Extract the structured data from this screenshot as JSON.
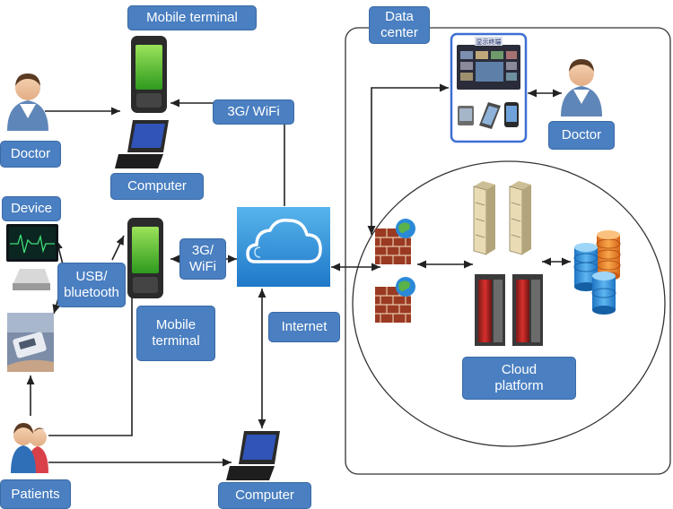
{
  "labels": {
    "mobile_terminal_top": "Mobile terminal",
    "data_center": "Data\ncenter",
    "doctor_left": "Doctor",
    "wifi_top": "3G/ WiFi",
    "computer_top": "Computer",
    "doctor_right": "Doctor",
    "device": "Device",
    "usb": "USB/\nbluetooth",
    "wifi_mid": "3G/\nWiFi",
    "mobile_terminal_mid": "Mobile\nterminal",
    "internet": "Internet",
    "cloud_platform": "Cloud\nplatform",
    "patients": "Patients",
    "computer_bottom": "Computer"
  },
  "screen_text": "显示终端",
  "colors": {
    "label_fill": "#4a7fc1",
    "arrow": "#222222",
    "cloud_blue": "#2f8fd8"
  }
}
